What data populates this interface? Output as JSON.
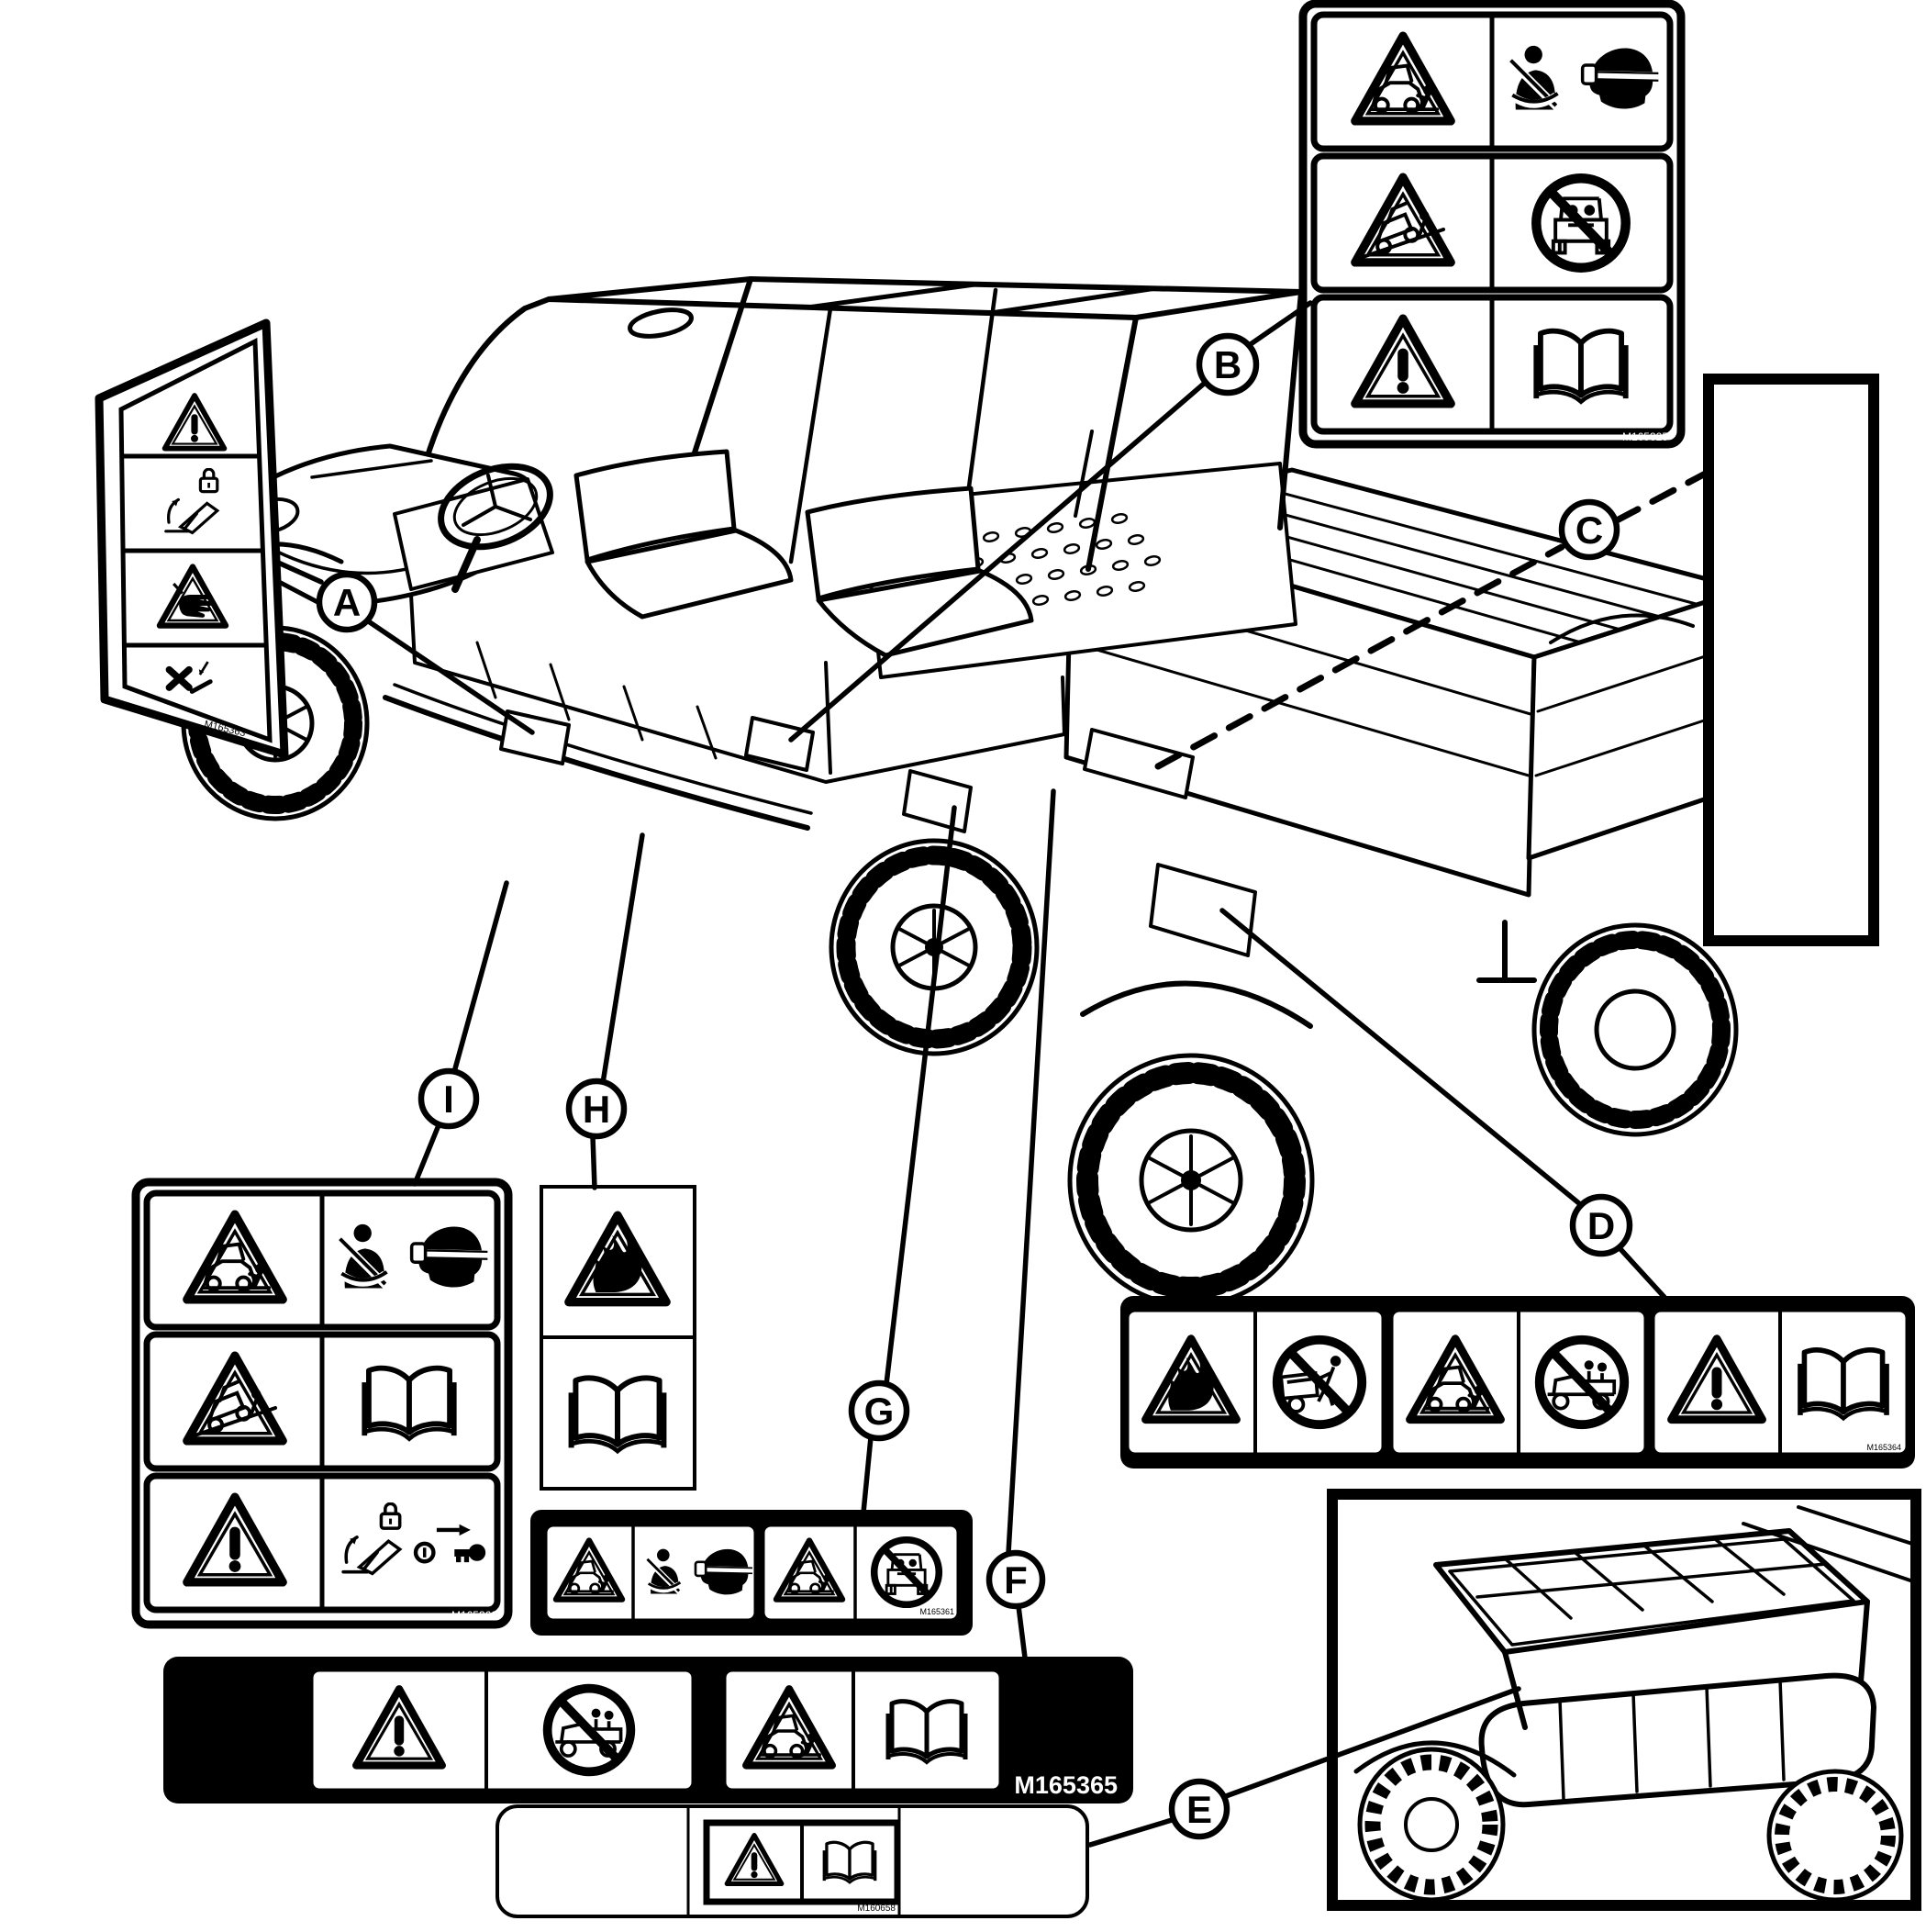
{
  "figure": {
    "description": "Utility vehicle safety decal location diagram",
    "background_color": "#ffffff",
    "line_color": "#000000"
  },
  "callouts": {
    "A": "A",
    "B": "B",
    "C": "C",
    "D": "D",
    "E": "E",
    "F": "F",
    "G": "G",
    "H": "H",
    "I": "I"
  },
  "part_numbers": {
    "label_f": "M165365",
    "label_bottom": "M160658"
  },
  "labels": {
    "a": {
      "code": "M165363",
      "shape": "skewed-trapezoid",
      "rows": [
        [
          "warning-triangle-exclamation"
        ],
        [
          "cargo-bed-lift-lock"
        ],
        [
          "hand-crush-warning-triangle"
        ],
        [
          "no-pinch-point"
        ]
      ]
    },
    "b": {
      "code": "M165325",
      "shape": "three-row-panel",
      "rows": [
        [
          "vehicle-crush-warning-triangle",
          "seatbelt",
          "helmet"
        ],
        [
          "vehicle-tip-warning-triangle",
          "no-passengers-prohibited"
        ],
        [
          "warning-triangle-exclamation",
          "read-manual-book"
        ]
      ]
    },
    "c": {
      "shape": "blank-rectangle",
      "rows": []
    },
    "d": {
      "code": "M165364",
      "shape": "black-strip-three-panels",
      "rows": [
        [
          "fire-warning-triangle",
          "no-person-at-rear-prohibited"
        ],
        [
          "vehicle-crush-warning-triangle",
          "no-riders-in-bed-prohibited"
        ],
        [
          "warning-triangle-exclamation",
          "read-manual-book"
        ]
      ]
    },
    "f": {
      "part_number": "M165365",
      "shape": "black-strip-two-panels",
      "rows": [
        [
          "warning-triangle-exclamation",
          "no-riders-in-bed-prohibited"
        ],
        [
          "vehicle-crush-warning-triangle",
          "read-manual-book"
        ]
      ]
    },
    "g": {
      "code": "M165361",
      "shape": "black-strip-two-panels",
      "rows": [
        [
          "vehicle-crush-warning-triangle",
          "seatbelt",
          "helmet"
        ],
        [
          "vehicle-crush-warning-triangle",
          "no-passengers-prohibited"
        ]
      ]
    },
    "h": {
      "shape": "two-cell-vertical",
      "rows": [
        [
          "fire-warning-triangle"
        ],
        [
          "read-manual-book"
        ]
      ]
    },
    "i": {
      "code": "M165362",
      "shape": "three-row-panel",
      "rows": [
        [
          "vehicle-crush-warning-triangle",
          "seatbelt",
          "helmet"
        ],
        [
          "vehicle-tip-warning-triangle",
          "read-manual-book"
        ],
        [
          "warning-triangle-exclamation",
          "cargo-bed-lift-lock",
          "key-removal"
        ]
      ]
    },
    "bottom": {
      "part_number": "M160658",
      "shape": "three-section-plate",
      "rows": [
        [
          "warning-triangle-exclamation",
          "read-manual-book"
        ]
      ]
    },
    "e": {
      "shape": "inset-photo-box",
      "content": "front-bumper-and-rack-view"
    }
  }
}
